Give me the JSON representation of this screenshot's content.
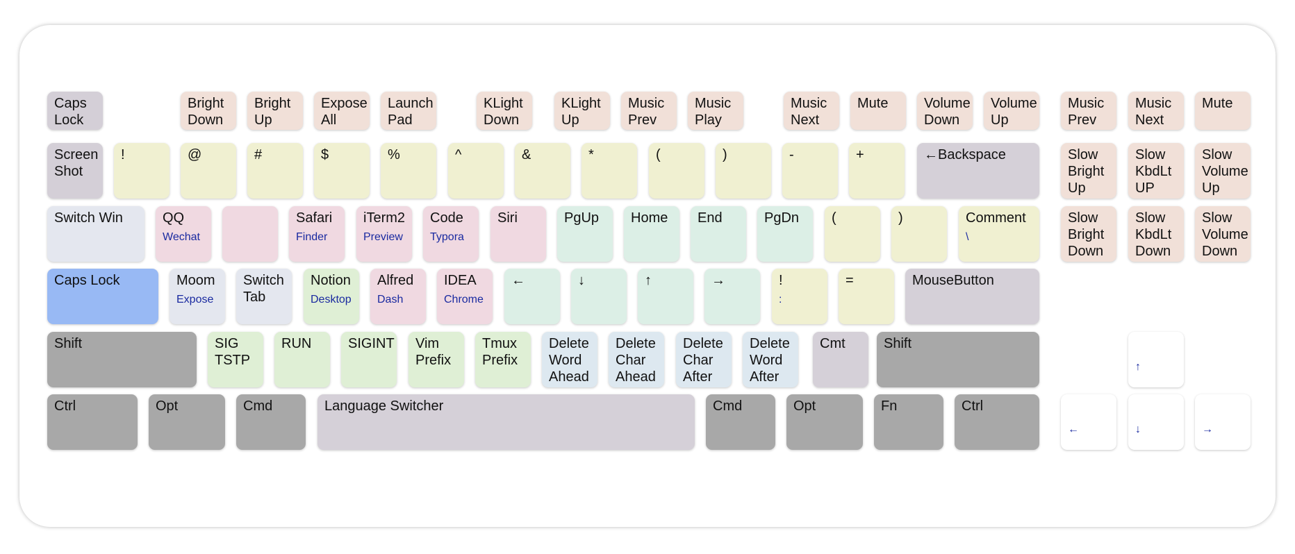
{
  "keyboard": {
    "keys": [
      {
        "main": "Caps\nLock",
        "sub": ""
      },
      {
        "main": "Bright\nDown",
        "sub": ""
      },
      {
        "main": "Bright\nUp",
        "sub": ""
      },
      {
        "main": "Expose\nAll",
        "sub": ""
      },
      {
        "main": "Launch\nPad",
        "sub": ""
      },
      {
        "main": "KLight\nDown",
        "sub": ""
      },
      {
        "main": "KLight\nUp",
        "sub": ""
      },
      {
        "main": "Music\nPrev",
        "sub": ""
      },
      {
        "main": "Music\nPlay",
        "sub": ""
      },
      {
        "main": "Music\nNext",
        "sub": ""
      },
      {
        "main": "Mute",
        "sub": ""
      },
      {
        "main": "Volume\nDown",
        "sub": ""
      },
      {
        "main": "Volume\nUp",
        "sub": ""
      },
      {
        "main": "Music\nPrev",
        "sub": ""
      },
      {
        "main": "Music\nNext",
        "sub": ""
      },
      {
        "main": "Mute",
        "sub": ""
      },
      {
        "main": "Screen\nShot",
        "sub": ""
      },
      {
        "main": "!",
        "sub": ""
      },
      {
        "main": "@",
        "sub": ""
      },
      {
        "main": "#",
        "sub": ""
      },
      {
        "main": "$",
        "sub": ""
      },
      {
        "main": "%",
        "sub": ""
      },
      {
        "main": "^",
        "sub": ""
      },
      {
        "main": "&",
        "sub": ""
      },
      {
        "main": "*",
        "sub": ""
      },
      {
        "main": "(",
        "sub": ""
      },
      {
        "main": ")",
        "sub": ""
      },
      {
        "main": "-",
        "sub": ""
      },
      {
        "main": "+",
        "sub": ""
      },
      {
        "main": "←Backspace",
        "sub": ""
      },
      {
        "main": "Slow\nBright\nUp",
        "sub": ""
      },
      {
        "main": "Slow\nKbdLt\nUP",
        "sub": ""
      },
      {
        "main": "Slow\nVolume\nUp",
        "sub": ""
      },
      {
        "main": "Switch Win",
        "sub": ""
      },
      {
        "main": "QQ",
        "sub": "Wechat"
      },
      {
        "main": "",
        "sub": ""
      },
      {
        "main": "Safari",
        "sub": "Finder"
      },
      {
        "main": "iTerm2",
        "sub": "Preview"
      },
      {
        "main": "Code",
        "sub": "Typora"
      },
      {
        "main": "Siri",
        "sub": ""
      },
      {
        "main": "PgUp",
        "sub": ""
      },
      {
        "main": "Home",
        "sub": ""
      },
      {
        "main": "End",
        "sub": ""
      },
      {
        "main": "PgDn",
        "sub": ""
      },
      {
        "main": "(",
        "sub": ""
      },
      {
        "main": ")",
        "sub": ""
      },
      {
        "main": "Comment",
        "sub": "\\"
      },
      {
        "main": "Slow\nBright\nDown",
        "sub": ""
      },
      {
        "main": "Slow\nKbdLt\nDown",
        "sub": ""
      },
      {
        "main": "Slow\nVolume\nDown",
        "sub": ""
      },
      {
        "main": "Caps Lock",
        "sub": ""
      },
      {
        "main": "Moom",
        "sub": "Expose"
      },
      {
        "main": "Switch\nTab",
        "sub": ""
      },
      {
        "main": "Notion",
        "sub": "Desktop"
      },
      {
        "main": "Alfred",
        "sub": "Dash"
      },
      {
        "main": "IDEA",
        "sub": "Chrome"
      },
      {
        "main": "←",
        "sub": ""
      },
      {
        "main": "↓",
        "sub": ""
      },
      {
        "main": "↑",
        "sub": ""
      },
      {
        "main": "→",
        "sub": ""
      },
      {
        "main": "!",
        "sub": ":"
      },
      {
        "main": "=",
        "sub": ""
      },
      {
        "main": "MouseButton",
        "sub": ""
      },
      {
        "main": "Shift",
        "sub": ""
      },
      {
        "main": "SIG\nTSTP",
        "sub": ""
      },
      {
        "main": "RUN",
        "sub": ""
      },
      {
        "main": "SIGINT",
        "sub": ""
      },
      {
        "main": "Vim\nPrefix",
        "sub": ""
      },
      {
        "main": "Tmux\nPrefix",
        "sub": ""
      },
      {
        "main": "Delete\nWord\nAhead",
        "sub": ""
      },
      {
        "main": "Delete\nChar\nAhead",
        "sub": ""
      },
      {
        "main": "Delete\nChar\nAfter",
        "sub": ""
      },
      {
        "main": "Delete\nWord\nAfter",
        "sub": ""
      },
      {
        "main": "Cmt",
        "sub": ""
      },
      {
        "main": "Shift",
        "sub": ""
      },
      {
        "main": "",
        "sub": "↑"
      },
      {
        "main": "Ctrl",
        "sub": ""
      },
      {
        "main": "Opt",
        "sub": ""
      },
      {
        "main": "Cmd",
        "sub": ""
      },
      {
        "main": "Language Switcher",
        "sub": ""
      },
      {
        "main": "Cmd",
        "sub": ""
      },
      {
        "main": "Opt",
        "sub": ""
      },
      {
        "main": "Fn",
        "sub": ""
      },
      {
        "main": "Ctrl",
        "sub": ""
      },
      {
        "main": "",
        "sub": "←"
      },
      {
        "main": "",
        "sub": "↓"
      },
      {
        "main": "",
        "sub": "→"
      }
    ]
  }
}
